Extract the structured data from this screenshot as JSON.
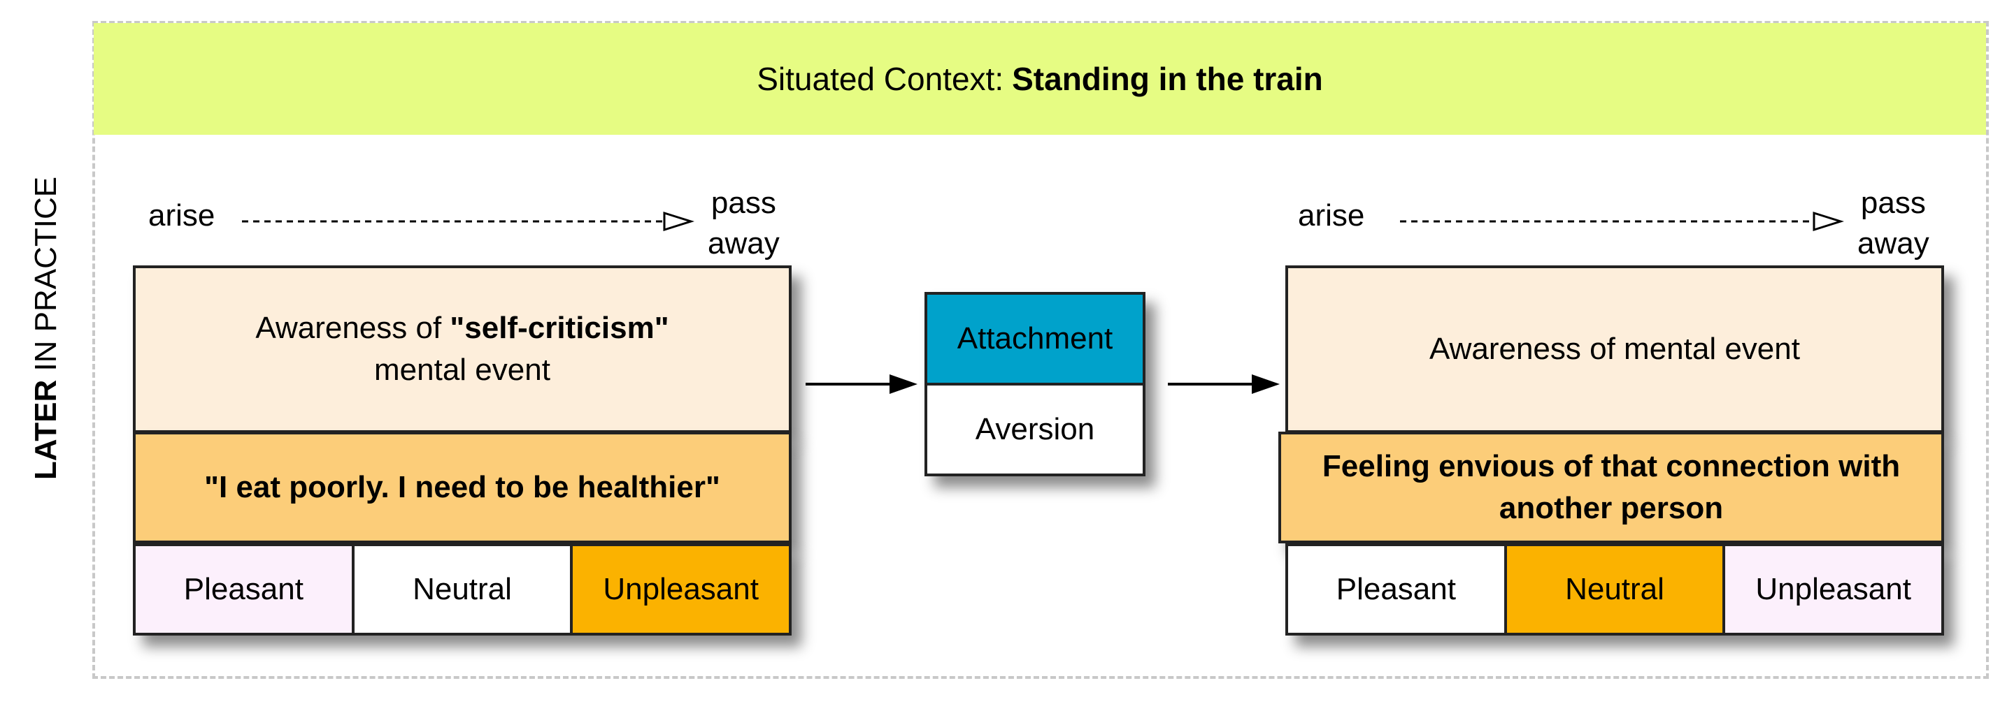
{
  "context": {
    "label": "Situated Context:",
    "value": "Standing in the train",
    "color": "#e6fc83"
  },
  "side_label": {
    "bold": "LATER",
    "rest": " IN PRACTICE"
  },
  "timeline": {
    "start": "arise",
    "end_line1": "pass",
    "end_line2": "away"
  },
  "left_panel": {
    "awareness_prefix": "Awareness of ",
    "awareness_bold": "\"self-criticism\"",
    "awareness_suffix": "mental event",
    "thought": "\"I eat poorly. I need to be healthier\"",
    "feelings": [
      {
        "label": "Pleasant",
        "color": "#fcf0fc"
      },
      {
        "label": "Neutral",
        "color": "#ffffff"
      },
      {
        "label": "Unpleasant",
        "color": "#fbb200"
      }
    ]
  },
  "reaction": {
    "items": [
      {
        "label": "Attachment",
        "color": "#00a2cb"
      },
      {
        "label": "Aversion",
        "color": "#ffffff"
      }
    ]
  },
  "right_panel": {
    "awareness": "Awareness of mental event",
    "thought": "Feeling envious of that connection with another person",
    "feelings": [
      {
        "label": "Pleasant",
        "color": "#ffffff"
      },
      {
        "label": "Neutral",
        "color": "#fbb200"
      },
      {
        "label": "Unpleasant",
        "color": "#fcf0fc"
      }
    ]
  },
  "colors": {
    "awareness": "#fdeedb",
    "thought": "#fccd79",
    "frame": "#c8c8c8"
  }
}
